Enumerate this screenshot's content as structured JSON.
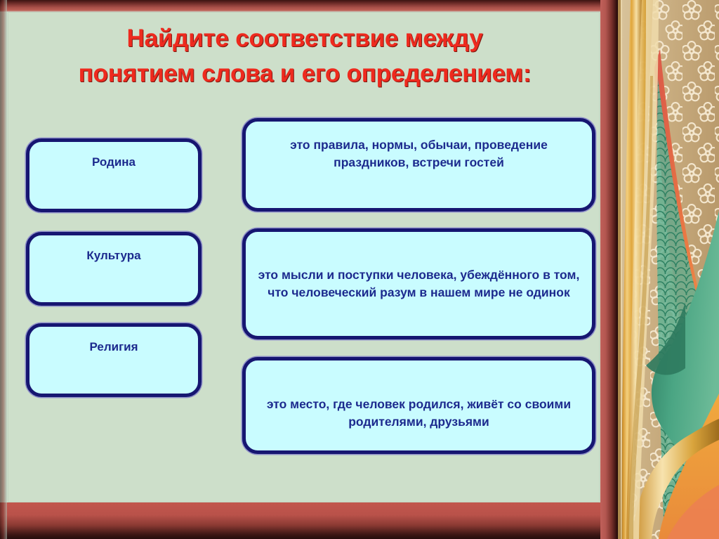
{
  "slide": {
    "title_lines": [
      "Найдите соответствие между",
      "понятием слова и его определением:"
    ],
    "colors": {
      "background": "#cddfca",
      "title_text": "#ee2a1e",
      "box_fill": "#c9fcff",
      "box_border": "#161671",
      "box_text": "#1c2a8e",
      "frame_red": "#b9524a",
      "ornament_tan": "#c9b186",
      "ornament_gold": "#e8a93a",
      "ornament_orange": "#e8703c",
      "ornament_teal": "#3e9b7c"
    },
    "terms": [
      {
        "label": "Родина"
      },
      {
        "label": "Культура"
      },
      {
        "label": "Религия"
      }
    ],
    "definitions": [
      {
        "text": "это правила, нормы, обычаи, проведение праздников,  встречи гостей"
      },
      {
        "text": "это мысли и поступки человека, убеждённого в том, что человеческий разум в нашем мире не одинок"
      },
      {
        "text": "это место, где человек родился, живёт со своими   родителями, друзьями"
      }
    ]
  }
}
